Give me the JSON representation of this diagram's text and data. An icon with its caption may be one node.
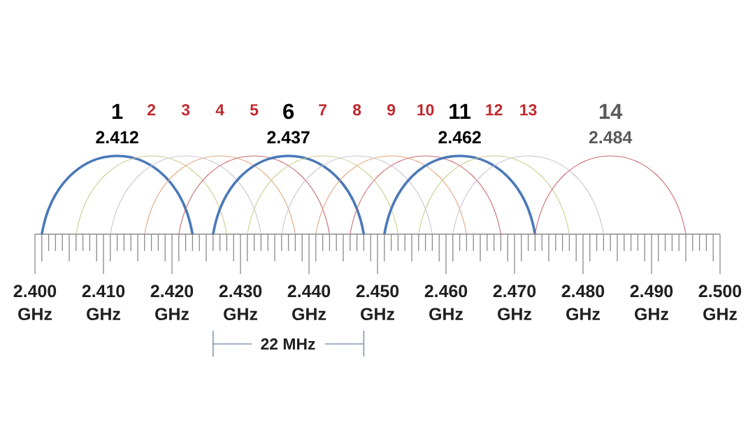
{
  "diagram": {
    "labels": [
      "1",
      "2",
      "3",
      "4",
      "5",
      "6",
      "7",
      "8",
      "9",
      "10",
      "11",
      "12",
      "13",
      "14",
      "2.412",
      "2.437",
      "2.462",
      "2.484",
      "2.400 GHz",
      "2.410 GHz",
      "2.420 GHz",
      "2.430 GHz",
      "2.440 GHz",
      "2.450 GHz",
      "2.460 GHz",
      "2.470 GHz",
      "2.480 GHz",
      "2.490 GHz",
      "2.500 GHz",
      "22 MHz"
    ]
  }
}
